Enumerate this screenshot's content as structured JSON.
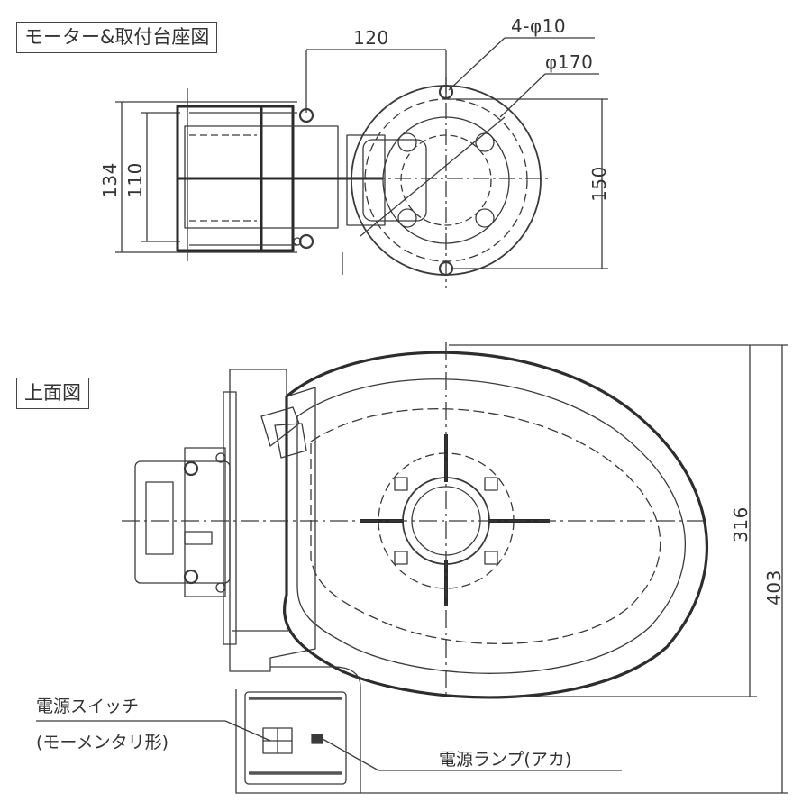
{
  "panels": {
    "motor_base": {
      "title": "モーター&取付台座図"
    },
    "top_view": {
      "title": "上面図"
    }
  },
  "dimensions": {
    "d120": "120",
    "holes": "4-φ10",
    "dia170": "φ170",
    "d150": "150",
    "d134": "134",
    "d110": "110",
    "d316": "316",
    "d403": "403"
  },
  "callouts": {
    "power_switch": "電源スイッチ",
    "switch_type": "(モーメンタリ形)",
    "power_lamp": "電源ランプ(アカ)"
  }
}
